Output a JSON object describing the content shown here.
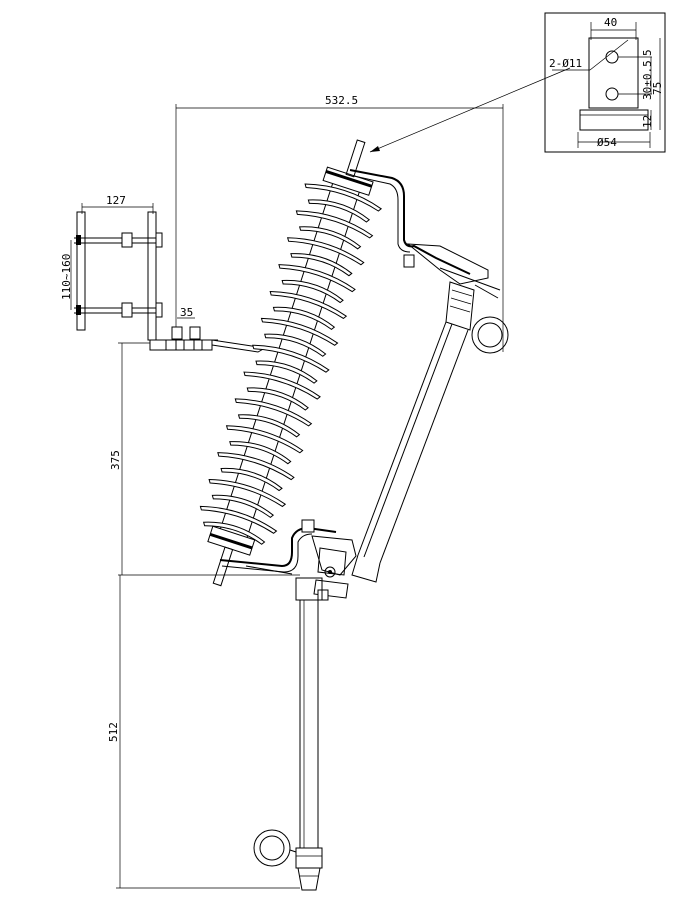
{
  "dimensions": {
    "top_width": "532.5",
    "bracket_width": "127",
    "bracket_range": "110~160",
    "bolt_spacing": "35",
    "upper_height": "375",
    "lower_height": "512"
  },
  "detail": {
    "width": "40",
    "hole_label": "2-Ø11",
    "hole_spacing": "30±0.5",
    "height": "75",
    "base_height": "12",
    "base_diameter": "Ø54"
  },
  "colors": {
    "ink": "#000000",
    "paper": "#ffffff"
  }
}
